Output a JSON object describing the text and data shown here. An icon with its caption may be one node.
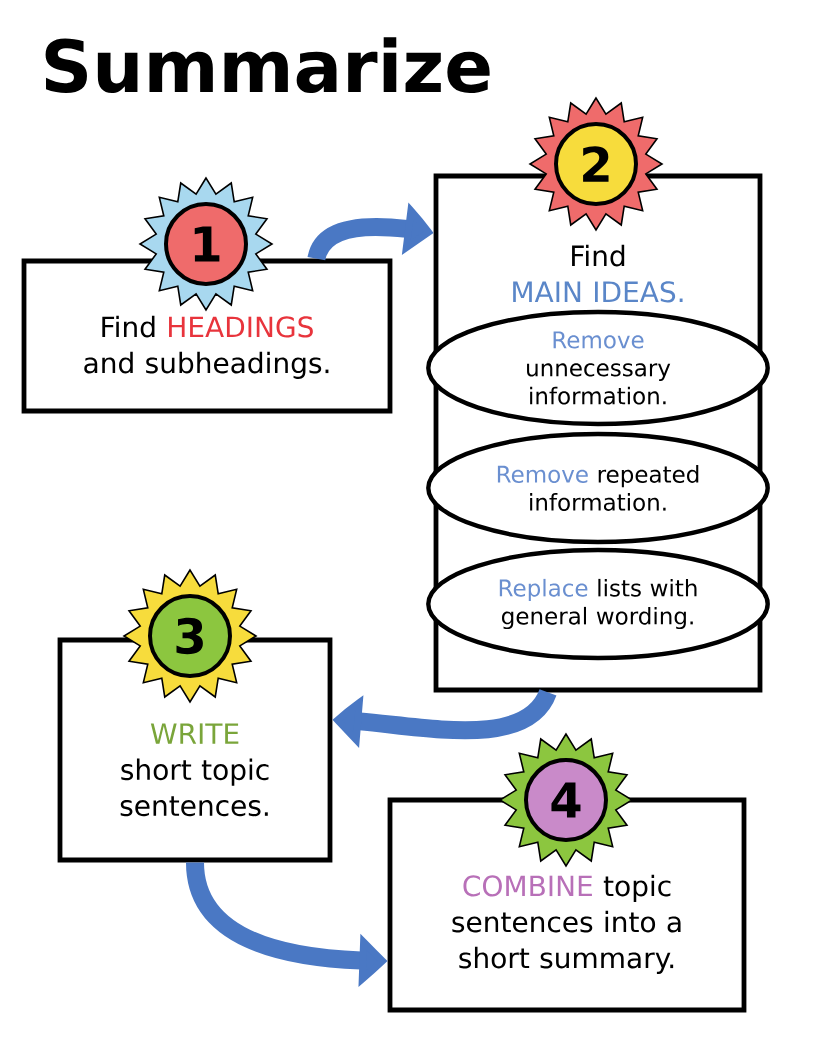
{
  "diagram": {
    "title": "Summarize",
    "nodes": [
      {
        "text": [
          "1",
          "Find",
          "HEADINGS",
          "and subheadings."
        ]
      },
      {
        "text": [
          "2",
          "Find",
          "MAIN IDEAS."
        ]
      },
      {
        "text": [
          "Remove",
          "unnecessary information."
        ],
        "in": 1
      },
      {
        "text": [
          "Remove",
          "repeated information."
        ],
        "in": 1
      },
      {
        "text": [
          "Replace",
          "lists with general wording."
        ],
        "in": 1
      },
      {
        "text": [
          "3",
          "WRITE",
          "short topic sentences."
        ]
      },
      {
        "text": [
          "4",
          "COMBINE",
          "topic sentences into a short summary."
        ]
      }
    ],
    "edges": [
      {
        "from": 0,
        "to": 1,
        "arrow": "to"
      },
      {
        "from": 1,
        "to": 5,
        "arrow": "to"
      },
      {
        "from": 5,
        "to": 6,
        "arrow": "to"
      }
    ]
  }
}
